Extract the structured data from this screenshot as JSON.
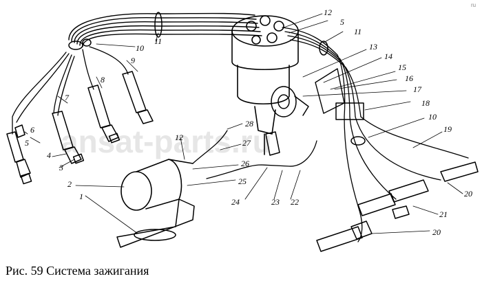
{
  "caption": "Рис. 59 Система зажигания",
  "watermark": "ansat-parts.ru",
  "corner_mark": "ru",
  "colors": {
    "ink": "#000000",
    "paper": "#ffffff",
    "watermark": "#c8c8c8"
  },
  "callouts": [
    {
      "id": "c1",
      "text": "1"
    },
    {
      "id": "c2",
      "text": "2"
    },
    {
      "id": "c3",
      "text": "3"
    },
    {
      "id": "c4",
      "text": "4"
    },
    {
      "id": "c5a",
      "text": "5"
    },
    {
      "id": "c6",
      "text": "6"
    },
    {
      "id": "c7",
      "text": "7"
    },
    {
      "id": "c8",
      "text": "8"
    },
    {
      "id": "c9",
      "text": "9"
    },
    {
      "id": "c10a",
      "text": "10"
    },
    {
      "id": "c11a",
      "text": "11"
    },
    {
      "id": "c12a",
      "text": "12"
    },
    {
      "id": "c5b",
      "text": "5"
    },
    {
      "id": "c11b",
      "text": "11"
    },
    {
      "id": "c13",
      "text": "13"
    },
    {
      "id": "c14",
      "text": "14"
    },
    {
      "id": "c15",
      "text": "15"
    },
    {
      "id": "c16",
      "text": "16"
    },
    {
      "id": "c17",
      "text": "17"
    },
    {
      "id": "c18",
      "text": "18"
    },
    {
      "id": "c10b",
      "text": "10"
    },
    {
      "id": "c19",
      "text": "19"
    },
    {
      "id": "c20a",
      "text": "20"
    },
    {
      "id": "c21",
      "text": "21"
    },
    {
      "id": "c20b",
      "text": "20"
    },
    {
      "id": "c22",
      "text": "22"
    },
    {
      "id": "c23",
      "text": "23"
    },
    {
      "id": "c24",
      "text": "24"
    },
    {
      "id": "c25",
      "text": "25"
    },
    {
      "id": "c26",
      "text": "26"
    },
    {
      "id": "c27",
      "text": "27"
    },
    {
      "id": "c28",
      "text": "28"
    },
    {
      "id": "c12b",
      "text": "12"
    }
  ]
}
